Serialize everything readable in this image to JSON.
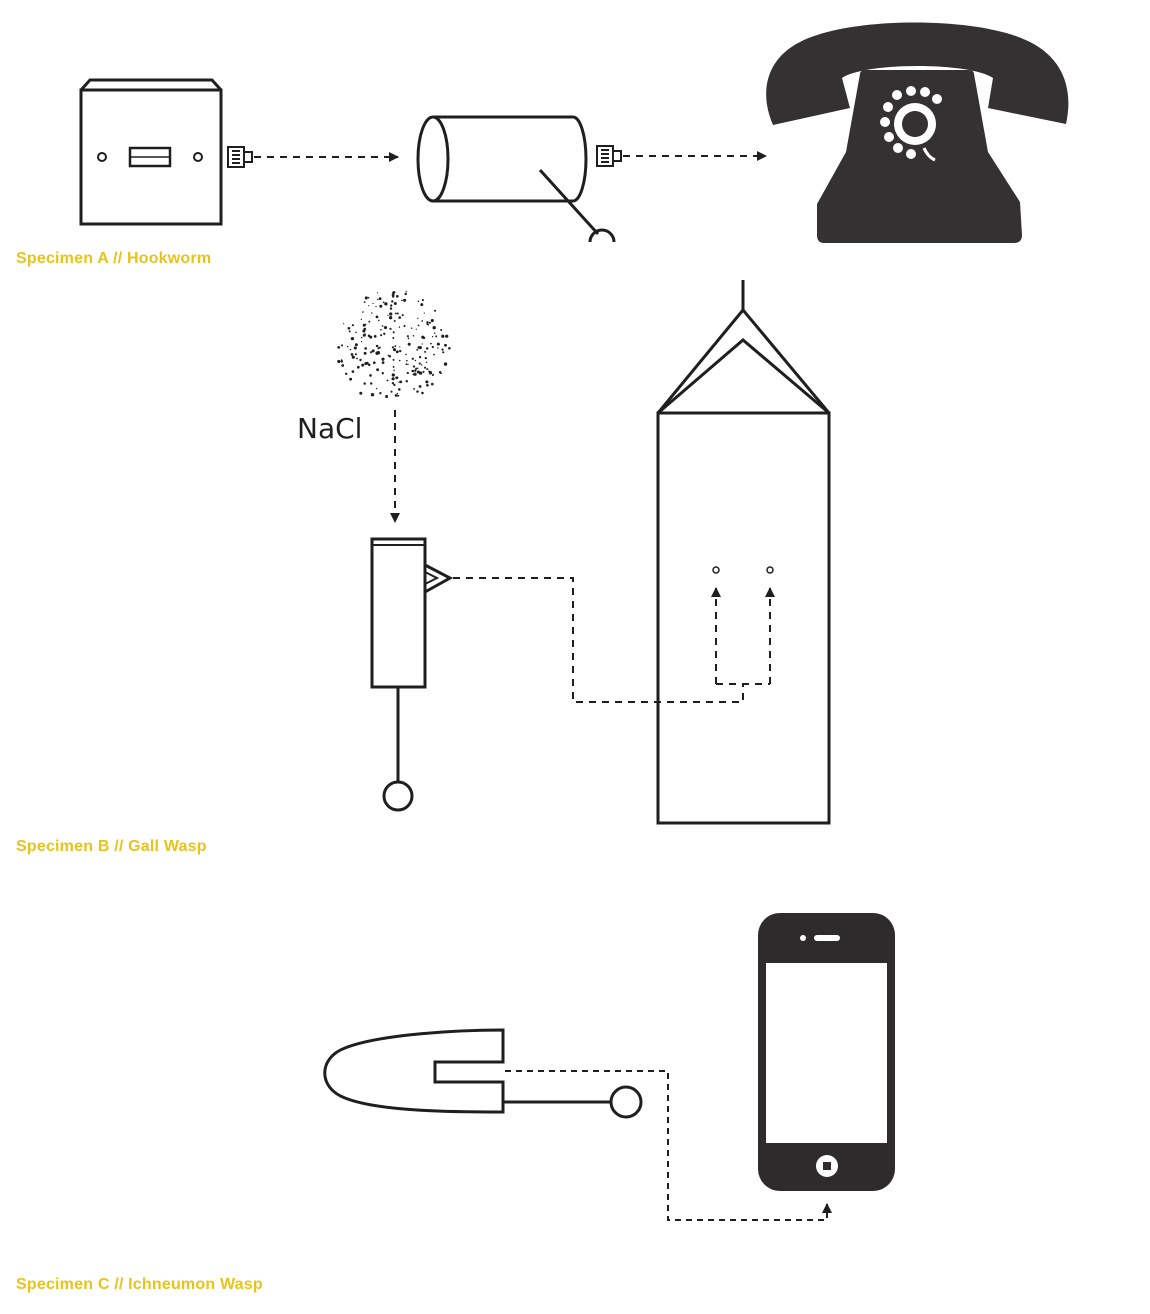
{
  "accent_color": "#e8c41a",
  "ink_color": "#1f1f1f",
  "icon_fill_color": "#333132",
  "specimens": {
    "a": {
      "caption": "Specimen A // Hookworm"
    },
    "b": {
      "caption": "Specimen B // Gall Wasp",
      "chemical_label": "NaCl"
    },
    "c": {
      "caption": "Specimen C // Ichneumon Wasp"
    }
  },
  "icons": {
    "a": [
      "wall-socket-icon",
      "rj11-plug-icon",
      "cylinder-device-icon",
      "rotary-telephone-icon"
    ],
    "b": [
      "salt-particles-icon",
      "syringe-device-icon",
      "milk-carton-icon"
    ],
    "c": [
      "probe-device-icon",
      "smartphone-icon"
    ]
  }
}
